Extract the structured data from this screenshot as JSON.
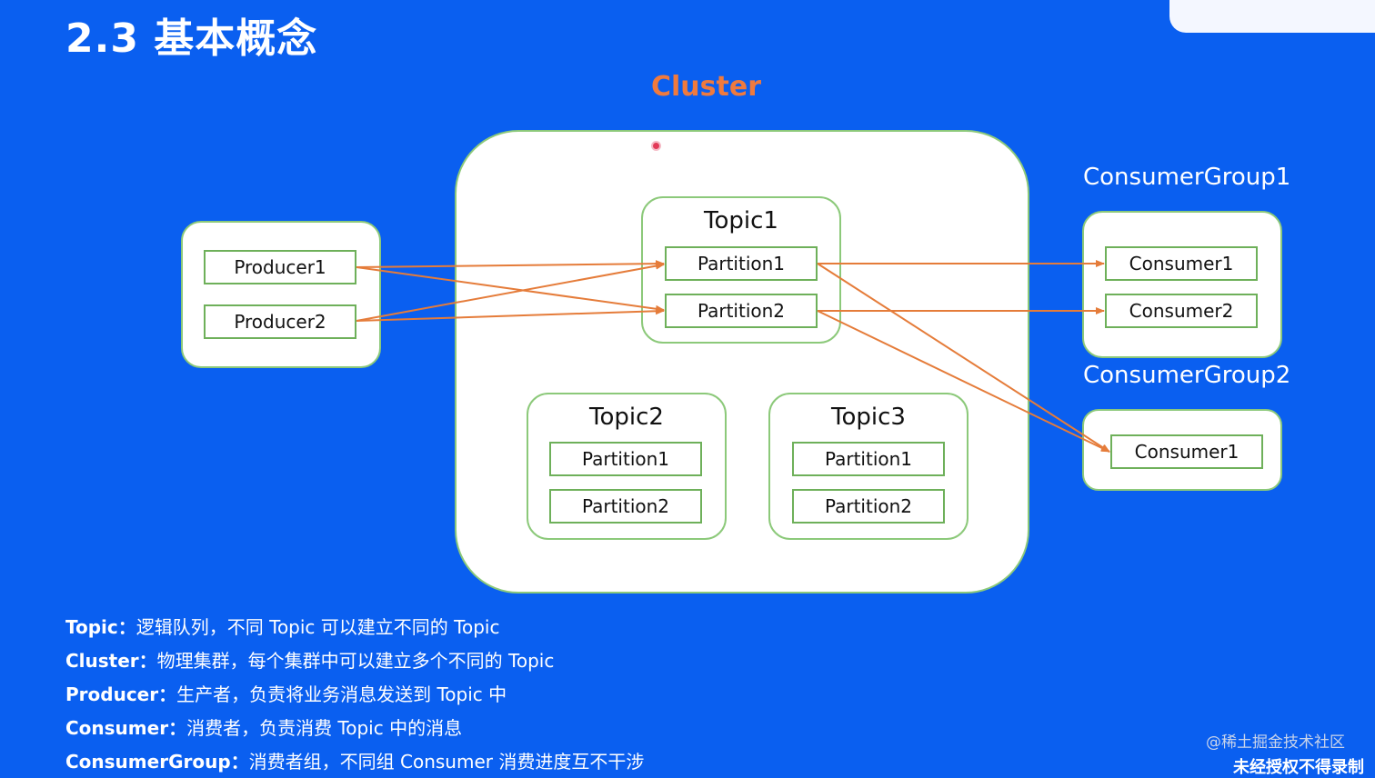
{
  "title": "2.3 基本概念",
  "cluster": {
    "label": "Cluster"
  },
  "producers": [
    "Producer1",
    "Producer2"
  ],
  "topics": [
    {
      "name": "Topic1",
      "partitions": [
        "Partition1",
        "Partition2"
      ]
    },
    {
      "name": "Topic2",
      "partitions": [
        "Partition1",
        "Partition2"
      ]
    },
    {
      "name": "Topic3",
      "partitions": [
        "Partition1",
        "Partition2"
      ]
    }
  ],
  "consumer_groups": [
    {
      "name": "ConsumerGroup1",
      "consumers": [
        "Consumer1",
        "Consumer2"
      ]
    },
    {
      "name": "ConsumerGroup2",
      "consumers": [
        "Consumer1"
      ]
    }
  ],
  "descriptions": [
    {
      "term": "Topic：",
      "text": "逻辑队列，不同 Topic 可以建立不同的 Topic"
    },
    {
      "term": "Cluster：",
      "text": "物理集群，每个集群中可以建立多个不同的 Topic"
    },
    {
      "term": "Producer：",
      "text": "生产者，负责将业务消息发送到 Topic 中"
    },
    {
      "term": "Consumer：",
      "text": "消费者，负责消费 Topic 中的消息"
    },
    {
      "term": "ConsumerGroup：",
      "text": "消费者组，不同组 Consumer 消费进度互不干涉"
    }
  ],
  "watermark": "@稀土掘金技术社区",
  "footer_partial": "未经授权不得录制",
  "colors": {
    "background": "#0a5ff0",
    "arrow": "#e57c3a",
    "box_border": "#8cc97a",
    "cluster_label": "#ef7a3e"
  }
}
